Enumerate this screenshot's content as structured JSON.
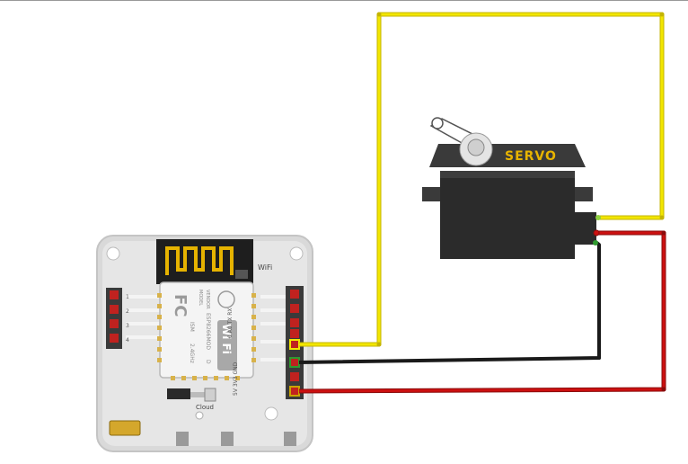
{
  "servo": {
    "label": "SERVO"
  },
  "board": {
    "wifi_label": "WiFi",
    "cloud_label": "Cloud",
    "module_brand": "Wi Fi",
    "module_fc": "FC",
    "module_text_1": "MODEL",
    "module_text_2": "VENDOR",
    "module_text_3": "ESP8266MOD",
    "module_text_4": "ISM",
    "module_text_5": "2.4GHz",
    "module_text_6": "D",
    "left_pins": [
      "1",
      "2",
      "3",
      "4"
    ],
    "right_pin_labels_top": "0 A0 TX RX",
    "right_pin_labels_bottom": "5V 3V3 GND"
  },
  "wires": {
    "signal_color": "#f2e600",
    "ground_color": "#1a1a1a",
    "power_color": "#cc1010"
  },
  "colors": {
    "board_fill": "#e2e2e2",
    "board_edge": "#bdbdbd",
    "servo_body": "#2b2b2b",
    "servo_label": "#e8b400",
    "pin_red": "#c0221f"
  }
}
